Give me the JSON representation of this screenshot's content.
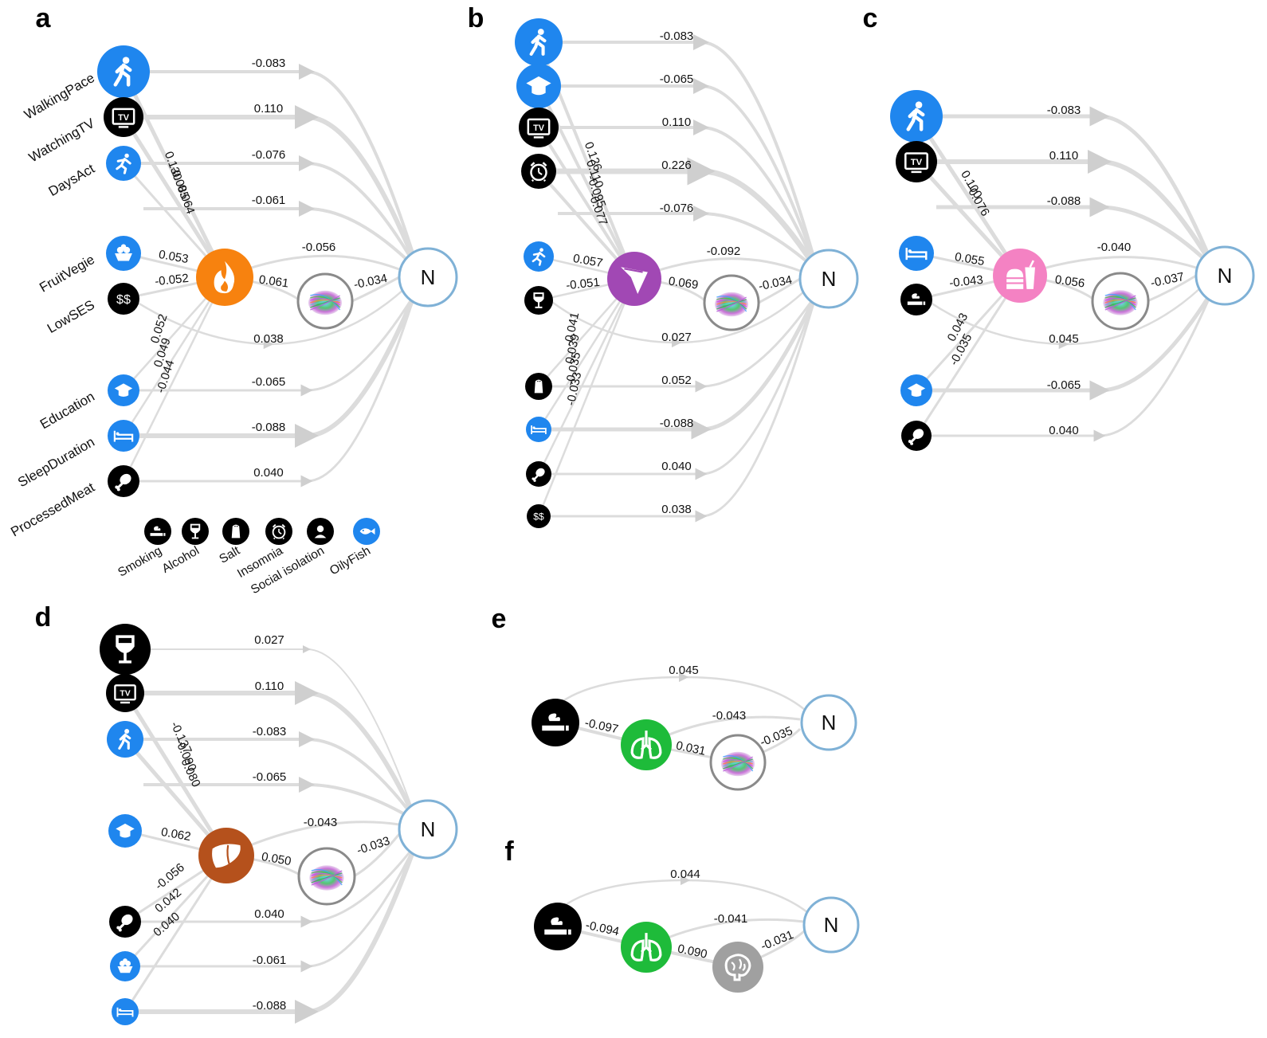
{
  "colors": {
    "blue": "#1f86ee",
    "black": "#000000",
    "edge": "#dcdcdc",
    "node_ring": "#7fb1d6",
    "brain_ring": "#8a8a8a",
    "inflammation": "#f7820f",
    "blood_pressure": "#a148b4",
    "diet_metabolic": "#f482c3",
    "liver": "#b5511c",
    "lung": "#1ebb3a",
    "brain_gray": "#a0a0a0"
  },
  "panels": {
    "a": {
      "label": "a",
      "node": "N",
      "top_edges": [
        "-0.083",
        "0.110",
        "-0.076",
        "-0.061"
      ],
      "mediator_in": [
        "0.130",
        "-0.085",
        "0.064"
      ],
      "fruit_in": "0.053",
      "ses_in": "-0.052",
      "lower_in": [
        "0.052",
        "0.049",
        "-0.044"
      ],
      "mediator_brain": "0.061",
      "mediator_n": "-0.056",
      "brain_n": "-0.034",
      "mid_edge": "0.038",
      "bottom_edges": [
        "-0.065",
        "-0.088",
        "0.040"
      ],
      "node_labels": [
        "WalkingPace",
        "WatchingTV",
        "DaysAct",
        "FruitVegie",
        "LowSES",
        "Education",
        "SleepDuration",
        "ProcessedMeat"
      ],
      "legend": [
        "Smoking",
        "Alcohol",
        "Salt",
        "Insomnia",
        "Social isolation",
        "OilyFish"
      ]
    },
    "b": {
      "label": "b",
      "node": "N",
      "top_edges": [
        "-0.083",
        "-0.065",
        "0.110",
        "0.226",
        "-0.076"
      ],
      "mediator_in": [
        "0.126",
        "0.110",
        "-0.095",
        "-0.077"
      ],
      "run_in": "0.057",
      "alc_in": "-0.051",
      "lower_in": [
        "-0.041",
        "0.039",
        "-0.035",
        "-0.033"
      ],
      "mediator_brain": "0.069",
      "mediator_n": "-0.092",
      "brain_n": "-0.034",
      "mid_edge": "0.027",
      "bottom_edges": [
        "0.052",
        "-0.088",
        "0.040",
        "0.038"
      ]
    },
    "c": {
      "label": "c",
      "node": "N",
      "top_edges": [
        "-0.083",
        "0.110",
        "-0.088"
      ],
      "mediator_in": [
        "0.100",
        "-0.076"
      ],
      "sleep_in": "0.055",
      "smoke_in": "-0.043",
      "lower_in": [
        "0.043",
        "-0.035"
      ],
      "mediator_brain": "0.056",
      "mediator_n": "-0.040",
      "brain_n": "-0.037",
      "mid_edge": "0.045",
      "bottom_edges": [
        "-0.065",
        "0.040"
      ]
    },
    "d": {
      "label": "d",
      "node": "N",
      "top_edges": [
        "0.027",
        "0.110",
        "-0.083",
        "-0.065"
      ],
      "mediator_in": [
        "-0.137",
        "-0.090",
        "0.080"
      ],
      "edu_in": "0.062",
      "lower_in": [
        "-0.056",
        "0.042",
        "0.040"
      ],
      "mediator_brain": "0.050",
      "mediator_n": "-0.043",
      "brain_n": "-0.033",
      "bottom_edges": [
        "0.040",
        "-0.061",
        "-0.088"
      ]
    },
    "e": {
      "label": "e",
      "node": "N",
      "top_edge": "0.045",
      "smoke_lung": "-0.097",
      "lung_brain": "0.031",
      "lung_n": "-0.043",
      "brain_n": "-0.035"
    },
    "f": {
      "label": "f",
      "node": "N",
      "top_edge": "0.044",
      "smoke_lung": "-0.094",
      "lung_brain": "0.090",
      "lung_n": "-0.041",
      "brain_n": "-0.031"
    }
  }
}
